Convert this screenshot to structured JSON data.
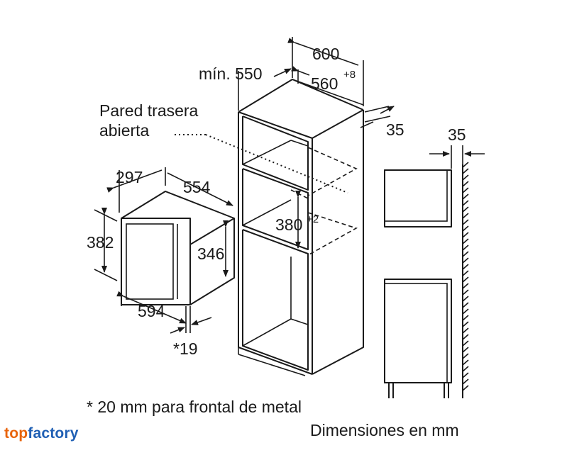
{
  "labels": {
    "width_600": "600",
    "min_550": "mín. 550",
    "width_560": "560",
    "width_560_tol": "+8",
    "depth_35_top": "35",
    "rear_wall_line1": "Pared trasera",
    "rear_wall_line2": "abierta",
    "height_380": "380",
    "height_380_tol": "+2",
    "side_35": "35",
    "depth_297": "297",
    "width_554": "554",
    "height_382": "382",
    "height_346": "346",
    "width_594": "594",
    "front_19": "*19",
    "footnote": "* 20 mm para frontal de metal",
    "units_note": "Dimensiones en mm"
  },
  "brand": {
    "part1": "top",
    "part2": "factory",
    "color1": "#e8640c",
    "color2": "#1f5fb4"
  }
}
